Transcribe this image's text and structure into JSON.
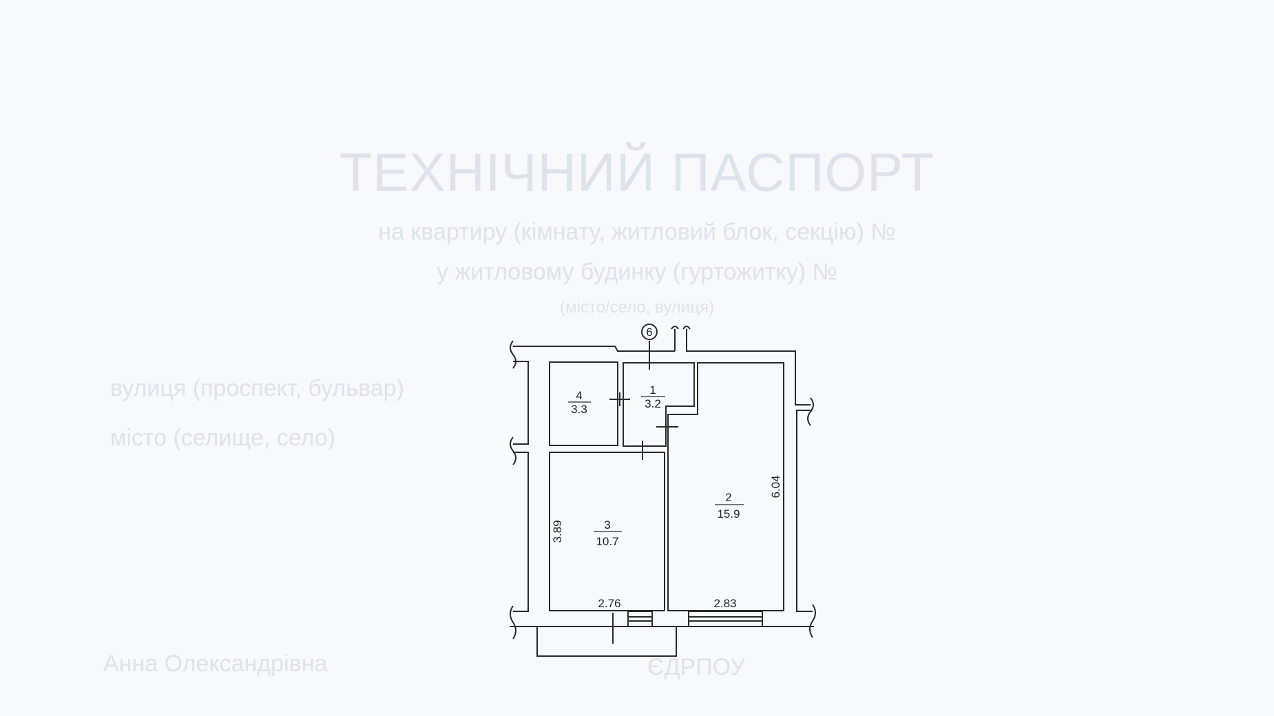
{
  "document": {
    "title": "ТЕХНІЧНИЙ ПАСПОРТ",
    "subtitle_1": "на квартиру (кімнату, житловий блок, секцію) №",
    "subtitle_2": "у житловому будинку (гуртожитку) №",
    "subtitle_3": "(місто/село, вулиця)",
    "street_label": "вулиця (проспект, бульвар)",
    "city_label": "місто (селище, село)",
    "owner_name": "Анна Олександрівна",
    "code": "ЄДРПОУ"
  },
  "floor_plan": {
    "axis_marker": "6",
    "rooms": [
      {
        "number": "1",
        "area": "3.2"
      },
      {
        "number": "2",
        "area": "15.9"
      },
      {
        "number": "3",
        "area": "10.7"
      },
      {
        "number": "4",
        "area": "3.3"
      }
    ],
    "dimensions": {
      "room2_length": "6.04",
      "room3_length": "3.89",
      "room3_width": "2.76",
      "room2_width": "2.83"
    }
  }
}
